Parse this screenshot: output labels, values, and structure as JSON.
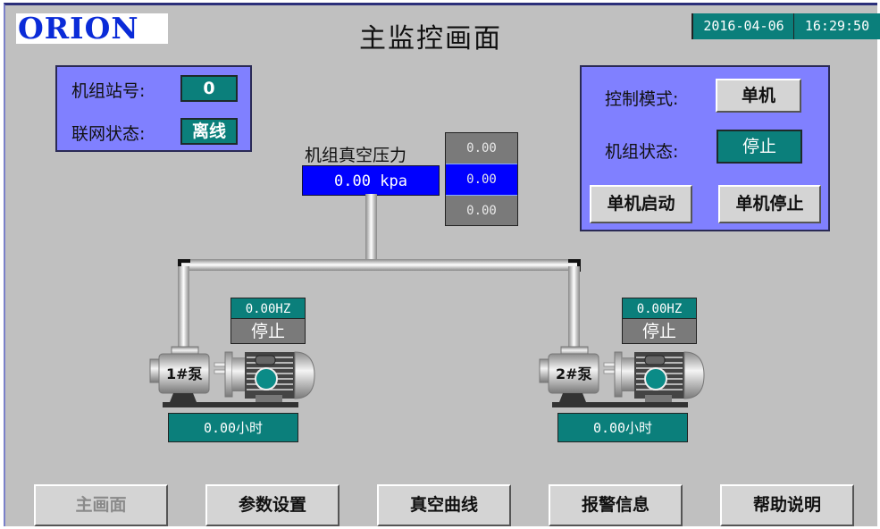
{
  "header": {
    "logo": "ORION",
    "title": "主监控画面",
    "date": "2016-04-06",
    "time": "16:29:50"
  },
  "station": {
    "station_label": "机组站号:",
    "station_value": "0",
    "network_label": "联网状态:",
    "network_value": "离线"
  },
  "control": {
    "mode_label": "控制模式:",
    "mode_value": "单机",
    "unit_status_label": "机组状态:",
    "unit_status_value": "停止",
    "start_button": "单机启动",
    "stop_button": "单机停止"
  },
  "pressure": {
    "label": "机组真空压力",
    "value": "0.00 kpa",
    "list": [
      "0.00",
      "0.00",
      "0.00"
    ],
    "selected_index": 1
  },
  "pumps": [
    {
      "name": "1#泵",
      "frequency": "0.00HZ",
      "status": "停止",
      "runtime": "0.00小时"
    },
    {
      "name": "2#泵",
      "frequency": "0.00HZ",
      "status": "停止",
      "runtime": "0.00小时"
    }
  ],
  "nav": [
    {
      "label": "主画面",
      "disabled": true
    },
    {
      "label": "参数设置",
      "disabled": false
    },
    {
      "label": "真空曲线",
      "disabled": false
    },
    {
      "label": "报警信息",
      "disabled": false
    },
    {
      "label": "帮助说明",
      "disabled": false
    }
  ],
  "colors": {
    "background": "#c0c0c0",
    "panel": "#8080ff",
    "teal": "#0b7f7b",
    "pressure_blue": "#0000ff",
    "logo_blue": "#0a2bd8"
  }
}
